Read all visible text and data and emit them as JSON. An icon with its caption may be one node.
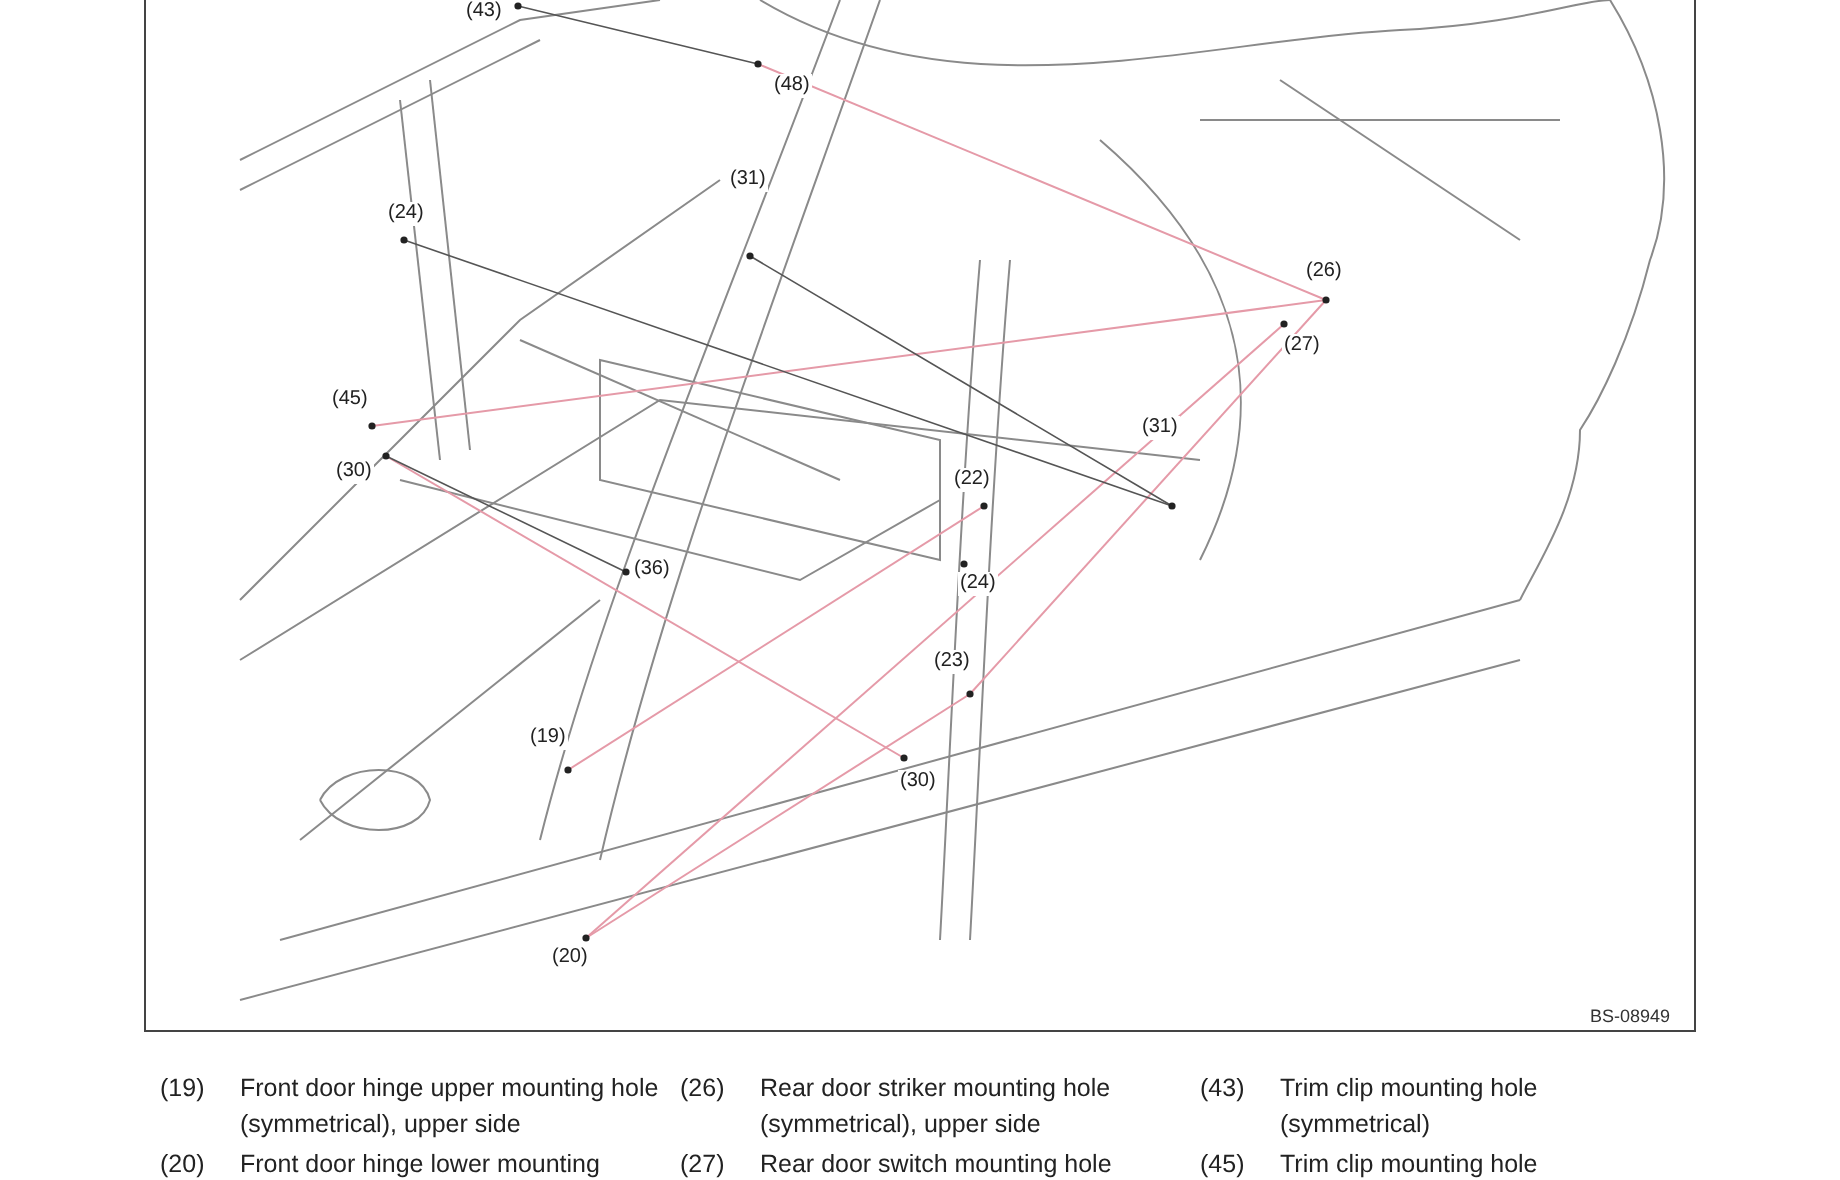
{
  "diagram": {
    "labels": [
      "(43)",
      "(48)",
      "(31)",
      "(24)",
      "(26)",
      "(27)",
      "(45)",
      "(31)",
      "(30)",
      "(22)",
      "(36)",
      "(24)",
      "(23)",
      "(19)",
      "(30)",
      "(20)",
      "BS-08949",
      "(19)",
      "Front door hinge upper mounting hole (symmetrical), upper side",
      "(26)",
      "Rear door striker mounting hole (symmetrical), upper side",
      "(43)",
      "Trim clip mounting hole (symmetrical)",
      "(20)",
      "Front door hinge lower mounting",
      "(27)",
      "Rear door switch mounting hole",
      "(45)",
      "Trim clip mounting hole"
    ]
  }
}
